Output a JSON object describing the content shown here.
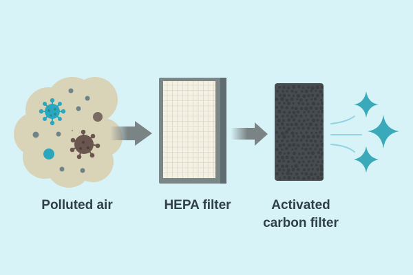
{
  "labels": {
    "polluted_air": "Polluted air",
    "hepa_filter": "HEPA filter",
    "carbon_filter_line1": "Activated",
    "carbon_filter_line2": "carbon filter"
  },
  "colors": {
    "background": "#d8f3f8",
    "cloud": "#d9d3b8",
    "virus_teal": "#2ba7bd",
    "virus_brown": "#6b564f",
    "arrow": "#7a8485",
    "hepa_frame": "#7b8786",
    "hepa_media": "#f4f1e4",
    "carbon": "#464c50",
    "sparkle": "#3aaabb",
    "text": "#2f3f48"
  }
}
